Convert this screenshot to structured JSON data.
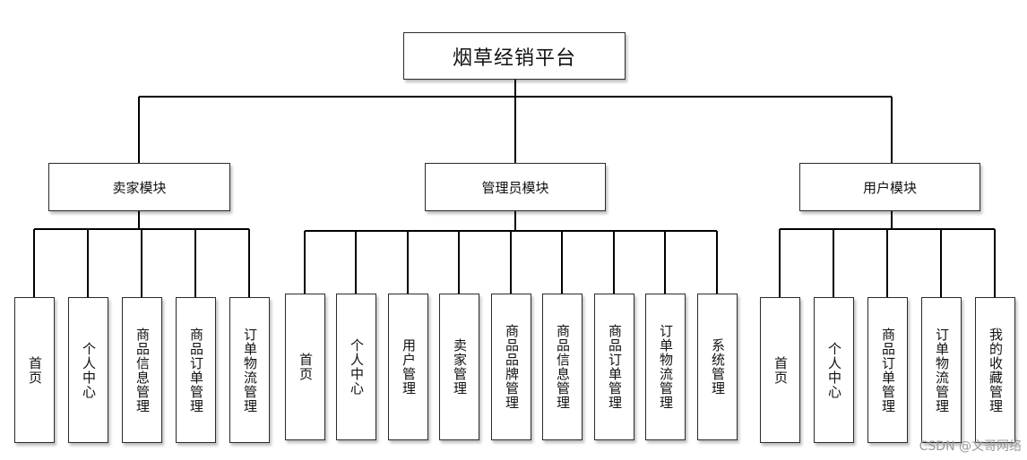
{
  "root": {
    "label": "烟草经销平台"
  },
  "modules": [
    {
      "label": "卖家模块",
      "children": [
        "首页",
        "个人中心",
        "商品信息管理",
        "商品订单管理",
        "订单物流管理"
      ]
    },
    {
      "label": "管理员模块",
      "children": [
        "首页",
        "个人中心",
        "用户管理",
        "卖家管理",
        "商品品牌管理",
        "商品信息管理",
        "商品订单管理",
        "订单物流管理",
        "系统管理"
      ]
    },
    {
      "label": "用户模块",
      "children": [
        "首页",
        "个人中心",
        "商品订单管理",
        "订单物流管理",
        "我的收藏管理"
      ]
    }
  ],
  "watermark": "CSDN @文哥网络",
  "colors": {
    "line": "#000000",
    "border": "#2b2b2b",
    "background": "#ffffff"
  }
}
